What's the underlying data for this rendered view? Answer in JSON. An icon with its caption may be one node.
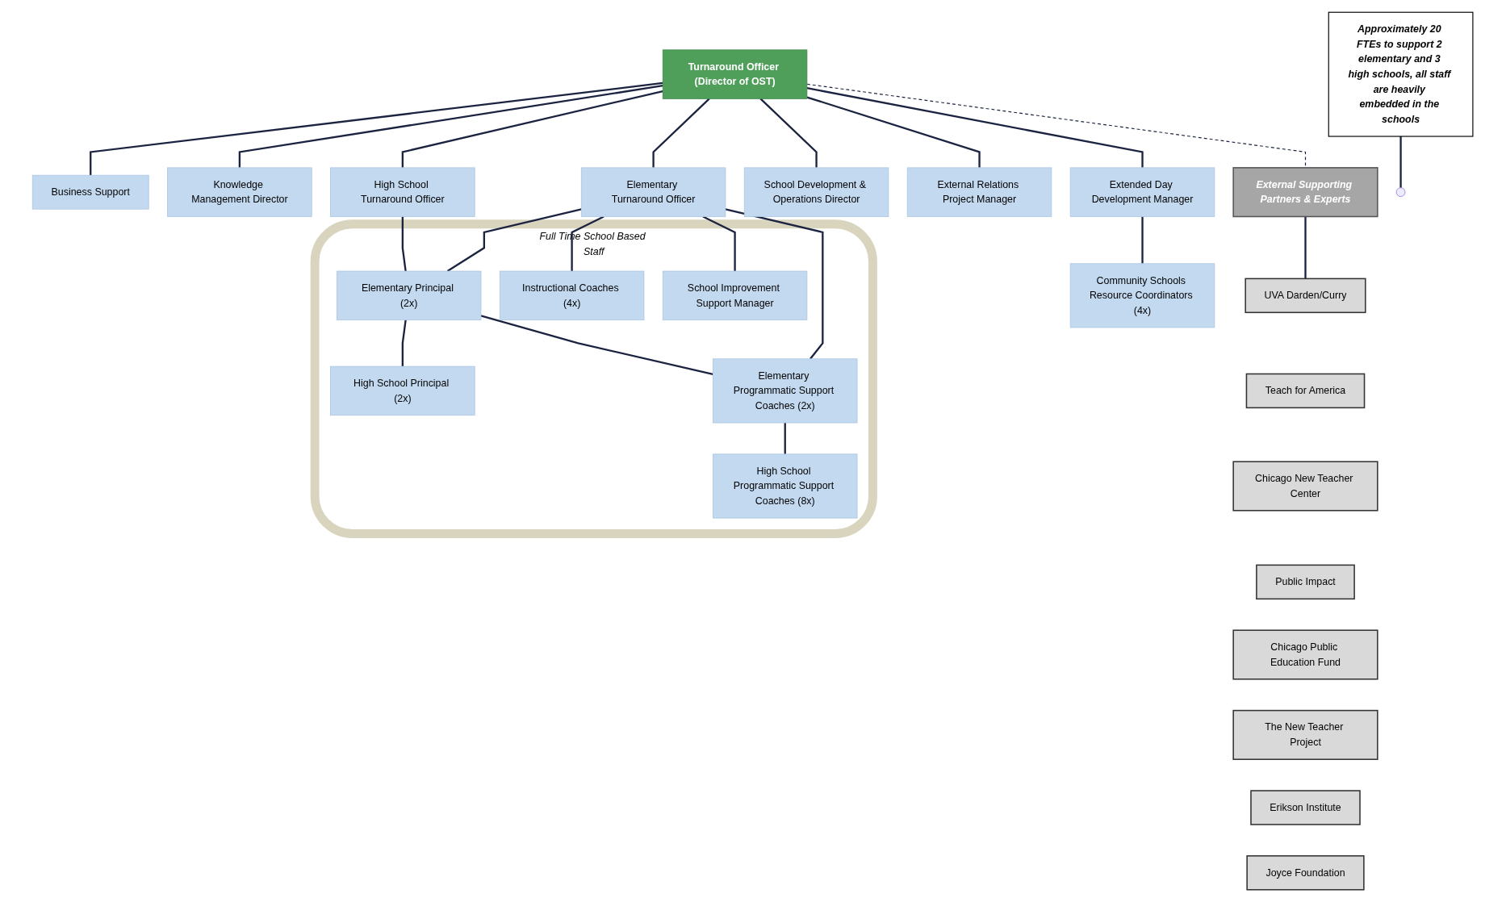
{
  "diagram": {
    "nodes": [
      {
        "text": [
          "Approximately 20 FTEs to support 2 elementary and 3 high schools, all staff are heavily embedded in the schools"
        ]
      },
      {
        "text": [
          "Turnaround Officer (Director of OST)"
        ]
      },
      {
        "text": [
          "Business Support"
        ]
      },
      {
        "text": [
          "Knowledge Management Director"
        ]
      },
      {
        "text": [
          "Elementary Turnaround Officer"
        ]
      },
      {
        "text": [
          "High School Turnaround Officer"
        ]
      },
      {
        "text": [
          "School Development & Operations Director"
        ]
      },
      {
        "text": [
          "External Relations Project Manager"
        ]
      },
      {
        "text": [
          "Extended Day Development Manager"
        ]
      },
      {
        "text": [
          "Full Time School Based Staff"
        ]
      },
      {
        "text": [
          "Elementary Principal (2x)"
        ],
        "in": 9
      },
      {
        "text": [
          "High School Principal (2x)"
        ],
        "in": 9
      },
      {
        "text": [
          "Elementary Programmatic Support Coaches (2x)"
        ],
        "in": 9
      },
      {
        "text": [
          "High School Programmatic Support Coaches (8x)"
        ],
        "in": 9
      },
      {
        "text": [
          "Instructional Coaches (4x)"
        ],
        "in": 9
      },
      {
        "text": [
          "School Improvement Support Manager"
        ],
        "in": 9
      },
      {
        "text": [
          "Community Schools Resource Coordinators (4x)"
        ]
      },
      {
        "text": [
          "External Supporting Partners & Experts"
        ]
      },
      {
        "text": [
          "UVA Darden/Curry"
        ]
      },
      {
        "text": [
          "Teach for America"
        ]
      },
      {
        "text": [
          "Chicago New Teacher Center"
        ]
      },
      {
        "text": [
          "Public Impact"
        ]
      },
      {
        "text": [
          "Chicago Public Education Fund"
        ]
      },
      {
        "text": [
          "The New Teacher Project"
        ]
      },
      {
        "text": [
          "Erikson Institute"
        ]
      },
      {
        "text": [
          "Joyce Foundation"
        ]
      }
    ],
    "edges": [
      {
        "from": 0,
        "to": null,
        "arrow": "none"
      },
      {
        "from": 1,
        "to": 2,
        "arrow": "none"
      },
      {
        "from": 1,
        "to": 3,
        "arrow": "none"
      },
      {
        "from": 1,
        "to": 4,
        "arrow": "none"
      },
      {
        "from": 1,
        "to": 5,
        "arrow": "none"
      },
      {
        "from": 1,
        "to": 6,
        "arrow": "none"
      },
      {
        "from": 1,
        "to": 7,
        "arrow": "none"
      },
      {
        "from": 1,
        "to": 8,
        "arrow": "none"
      },
      {
        "from": 1,
        "to": 17,
        "arrow": "none",
        "style": "dashed"
      },
      {
        "from": 4,
        "to": 10,
        "arrow": "none"
      },
      {
        "from": 4,
        "to": 12,
        "arrow": "none"
      },
      {
        "from": 4,
        "to": 14,
        "arrow": "none"
      },
      {
        "from": 4,
        "to": 15,
        "arrow": "none"
      },
      {
        "from": 5,
        "to": 10,
        "arrow": "none"
      },
      {
        "from": 10,
        "to": 12,
        "arrow": "none"
      },
      {
        "from": 10,
        "to": 11,
        "arrow": "none"
      },
      {
        "from": 12,
        "to": 13,
        "arrow": "none"
      },
      {
        "from": 8,
        "to": 16,
        "arrow": "none"
      },
      {
        "from": 17,
        "to": 18,
        "arrow": "none"
      }
    ]
  }
}
